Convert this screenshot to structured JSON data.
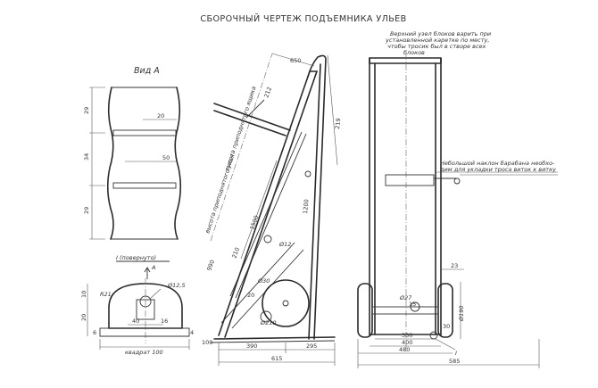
{
  "title": "СБОРОЧНЫЙ ЧЕРТЕЖ ПОДЪЕМНИКА УЛЬЕВ",
  "left_view": {
    "label": "Вид А",
    "dims": {
      "d29_top": "29",
      "d34": "34",
      "d29_bottom": "29",
      "d20": "20",
      "d50": "50"
    }
  },
  "turned_view": {
    "label": "I (повернуто)",
    "arrow": "A",
    "dims": {
      "r21": "R21",
      "dia125": "Ø12,5",
      "d10": "10",
      "d20": "20",
      "d40": "40",
      "d16": "16",
      "d6": "6",
      "d4": "4",
      "square": "квадрат 100"
    }
  },
  "side_view": {
    "dims": {
      "d650": "650",
      "d212": "212",
      "d219": "219",
      "d1200": "1200",
      "d1500": "1500",
      "d210": "210",
      "d990": "990",
      "d12": "Ø12",
      "d30": "Ø30",
      "d210b": "Ø210",
      "d20": "20",
      "d100": "100",
      "d390": "390",
      "d295": "295",
      "d615": "615"
    },
    "notes": {
      "hive_height": "высота приподнятого улья",
      "raised_hive": "высота приподнятого ящика"
    }
  },
  "front_view": {
    "note_top": [
      "Верхний узел блоков варить при",
      "установленной каретке по месту,",
      "чтобы тросик был в створе всех",
      "блоков"
    ],
    "note_side": [
      "Небольшой наклон барабана необхо-",
      "дим для укладки троса виток к витку"
    ],
    "dims": {
      "d23": "23",
      "d27": "Ø27",
      "d330": "330",
      "d400": "400",
      "d480": "480",
      "d585": "585",
      "d190": "Ø190",
      "d30": "30",
      "d15": "15",
      "mark": "I"
    }
  }
}
